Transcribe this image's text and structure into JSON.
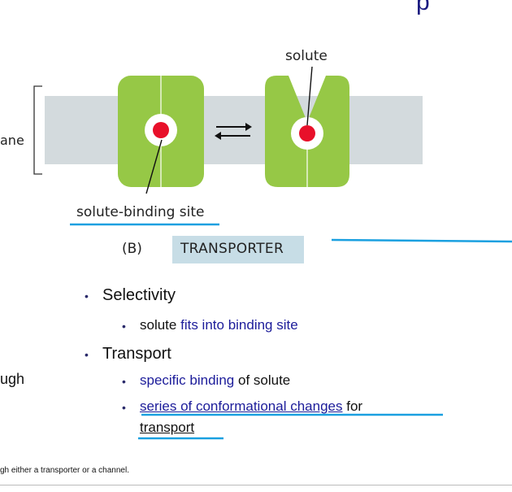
{
  "colors": {
    "membrane": "#d3dadd",
    "protein": "#96c846",
    "solute": "#e8102a",
    "accent_line": "#1aa0e0",
    "highlight_box": "#c7dde6",
    "text_blue": "#1c1c9a"
  },
  "header": {
    "title_fragment": "p"
  },
  "diagram": {
    "membrane_fragment": "ane",
    "solute_label": "solute",
    "binding_site_label": "solute-binding site",
    "panel_letter": "(B)",
    "panel_title": "TRANSPORTER"
  },
  "left_text": {
    "fragment": "ugh"
  },
  "bullets": {
    "selectivity": {
      "title": "Selectivity",
      "sub1_part1": "solute",
      "sub1_part2": "fits into binding site"
    },
    "transport": {
      "title": "Transport",
      "sub1_part1": "specific binding",
      "sub1_part2": "of solute",
      "sub2_part1": "series of conformational changes",
      "sub2_part2": "for",
      "sub2_line2": "transport"
    }
  },
  "caption": {
    "fragment": "gh either a transporter or a channel."
  }
}
